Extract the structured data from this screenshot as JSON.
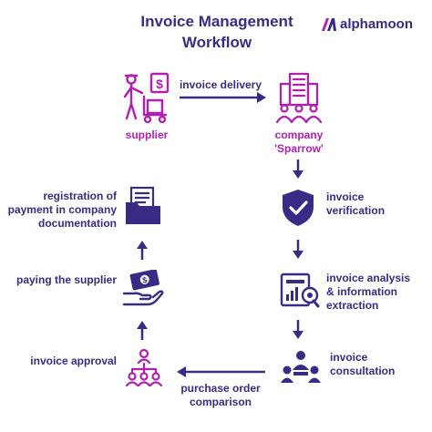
{
  "header": {
    "title_line1": "Invoice Management",
    "title_line2": "Workflow"
  },
  "brand": {
    "name": "alphamoon"
  },
  "colors": {
    "primary": "#3a2a86",
    "accent": "#b31fb0",
    "arrow": "#3a2a86"
  },
  "nodes": {
    "supplier": {
      "label": "supplier",
      "icon": "supplier-delivery-icon"
    },
    "company": {
      "label_line1": "company",
      "label_line2": "'Sparrow'",
      "icon": "company-building-icon"
    },
    "invoice_verification": {
      "label_line1": "invoice",
      "label_line2": "verification",
      "icon": "shield-check-icon"
    },
    "invoice_analysis": {
      "label_line1": "invoice analysis",
      "label_line2": "& information",
      "label_line3": "extraction",
      "icon": "document-analysis-icon"
    },
    "invoice_consultation": {
      "label_line1": "invoice",
      "label_line2": "consultation",
      "icon": "consultation-icon"
    },
    "invoice_approval": {
      "label": "invoice approval",
      "icon": "hierarchy-icon"
    },
    "paying_supplier": {
      "label": "paying the supplier",
      "icon": "payment-hand-icon"
    },
    "registration": {
      "label_line1": "registration of",
      "label_line2": "payment in company",
      "label_line3": "documentation",
      "icon": "folder-documents-icon"
    }
  },
  "edges": {
    "invoice_delivery": "invoice delivery",
    "purchase_order_line1": "purchase order",
    "purchase_order_line2": "comparison"
  }
}
